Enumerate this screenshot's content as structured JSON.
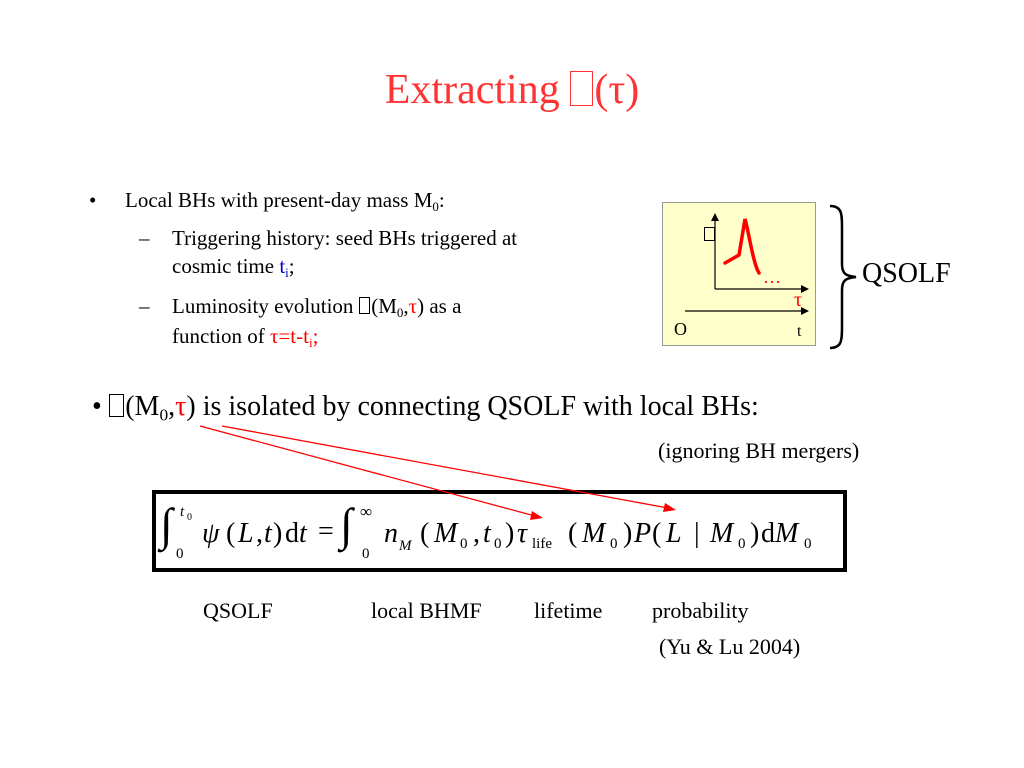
{
  "title": {
    "text": "Extracting ",
    "missing_glyph_label": "τ"
  },
  "bullet1": {
    "bullet": "•",
    "text": "Local BHs with present-day mass M",
    "sub": "0",
    "suffix": ":"
  },
  "sub1": {
    "dash": "–",
    "line1": "Triggering history: seed BHs triggered at",
    "line2_prefix": "cosmic time ",
    "var": "t",
    "var_sub": "i",
    "suffix": ";"
  },
  "sub2": {
    "dash": "–",
    "line1_prefix": "Luminosity evolution ",
    "paren_open": "(M",
    "m_sub": "0",
    "comma": ",",
    "tau": "τ",
    "line1_suffix": ") as a",
    "line2_prefix": "function of ",
    "expr": "τ=t-t",
    "expr_sub": "i",
    "expr_suffix": ";"
  },
  "diagram": {
    "tau": "τ",
    "origin": "O",
    "t": "t",
    "dots": "…"
  },
  "brace_label": "QSOLF",
  "bullet2": {
    "bullet": "•",
    "paren_open": "(M",
    "m_sub": "0",
    "comma": ",",
    "tau": "τ",
    "text": ") is isolated by connecting QSOLF with local BHs:"
  },
  "ignoring": "(ignoring BH mergers)",
  "equation": {
    "int": "∫",
    "upper_t": "t",
    "zero": "0",
    "inf": "∞",
    "psi": "ψ",
    "L": "L",
    "t": "t",
    "d": "d",
    "eq": "=",
    "n": "n",
    "M": "M",
    "tau": "τ",
    "life": "life",
    "P": "P",
    "bar": "|",
    "lp": "(",
    "rp": ")",
    "comma": ","
  },
  "captions": {
    "qsolf": "QSOLF",
    "bhmf": "local BHMF",
    "lifetime": "lifetime",
    "probability": "probability"
  },
  "citation": "(Yu & Lu 2004)",
  "colors": {
    "title": "#ff3333",
    "accent": "#ff0000",
    "blue": "#0000cc",
    "diagram_bg": "#ffffcc"
  }
}
